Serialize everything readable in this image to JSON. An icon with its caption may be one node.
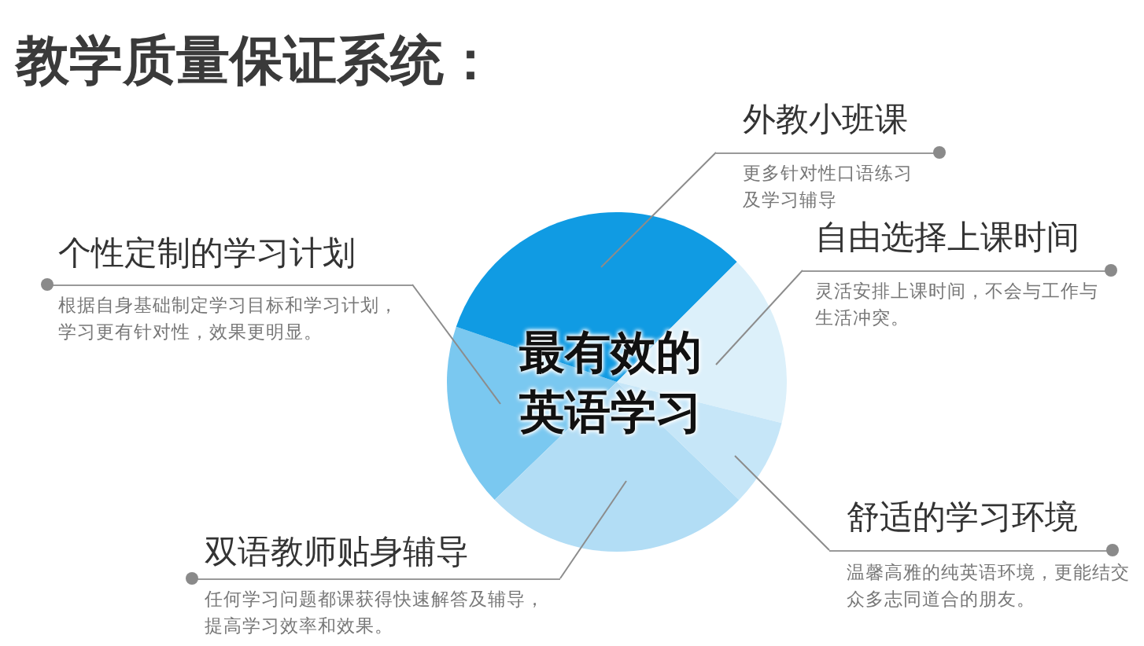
{
  "diagram": {
    "title": "教学质量保证系统：",
    "nodes": [
      {
        "text": [
          "外教小班课",
          "更多针对性口语练习及学习辅导"
        ]
      },
      {
        "text": [
          "自由选择上课时间",
          "灵活安排上课时间，不会与工作与生活冲突。"
        ]
      },
      {
        "text": [
          "个性定制的学习计划",
          "根据自身基础制定学习目标和学习计划，学习更有针对性，效果更明显。"
        ]
      },
      {
        "text": [
          "最有效的英语学习"
        ]
      },
      {
        "text": [
          "舒适的学习环境",
          "温馨高雅的纯英语环境，更能结交众多志同道合的朋友。"
        ]
      },
      {
        "text": [
          "双语教师贴身辅导",
          "任何学习问题都课获得快速解答及辅导，提高学习效率和效果。"
        ]
      },
      {
        "text": [],
        "shape": "slice"
      },
      {
        "text": [],
        "shape": "slice"
      },
      {
        "text": [],
        "shape": "slice"
      },
      {
        "text": [],
        "shape": "slice"
      },
      {
        "text": [],
        "shape": "slice"
      }
    ],
    "edges": [
      {
        "from": 0,
        "to": 7,
        "arrow": "none"
      },
      {
        "from": 1,
        "to": 9,
        "arrow": "none"
      },
      {
        "from": 2,
        "to": 6,
        "arrow": "none"
      },
      {
        "from": 4,
        "to": 10,
        "arrow": "none"
      },
      {
        "from": 5,
        "to": 8,
        "arrow": "none"
      }
    ]
  }
}
